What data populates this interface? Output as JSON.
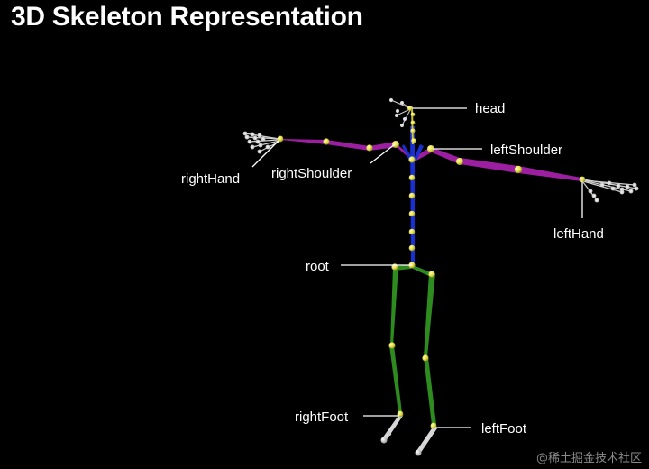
{
  "title": "3D Skeleton Representation",
  "labels": {
    "head": "head",
    "left_shoulder": "leftShoulder",
    "right_shoulder": "rightShoulder",
    "right_hand": "rightHand",
    "left_hand": "leftHand",
    "root": "root",
    "right_foot": "rightFoot",
    "left_foot": "leftFoot"
  },
  "colors": {
    "background": "#000000",
    "spine": "#1a2fd0",
    "arms": "#9b1fa0",
    "legs": "#2e8b1f",
    "joint": "#e6e04a",
    "extremity": "#e6e6e6",
    "label_line": "#ffffff"
  },
  "watermark": "@稀土掘金技术社区"
}
